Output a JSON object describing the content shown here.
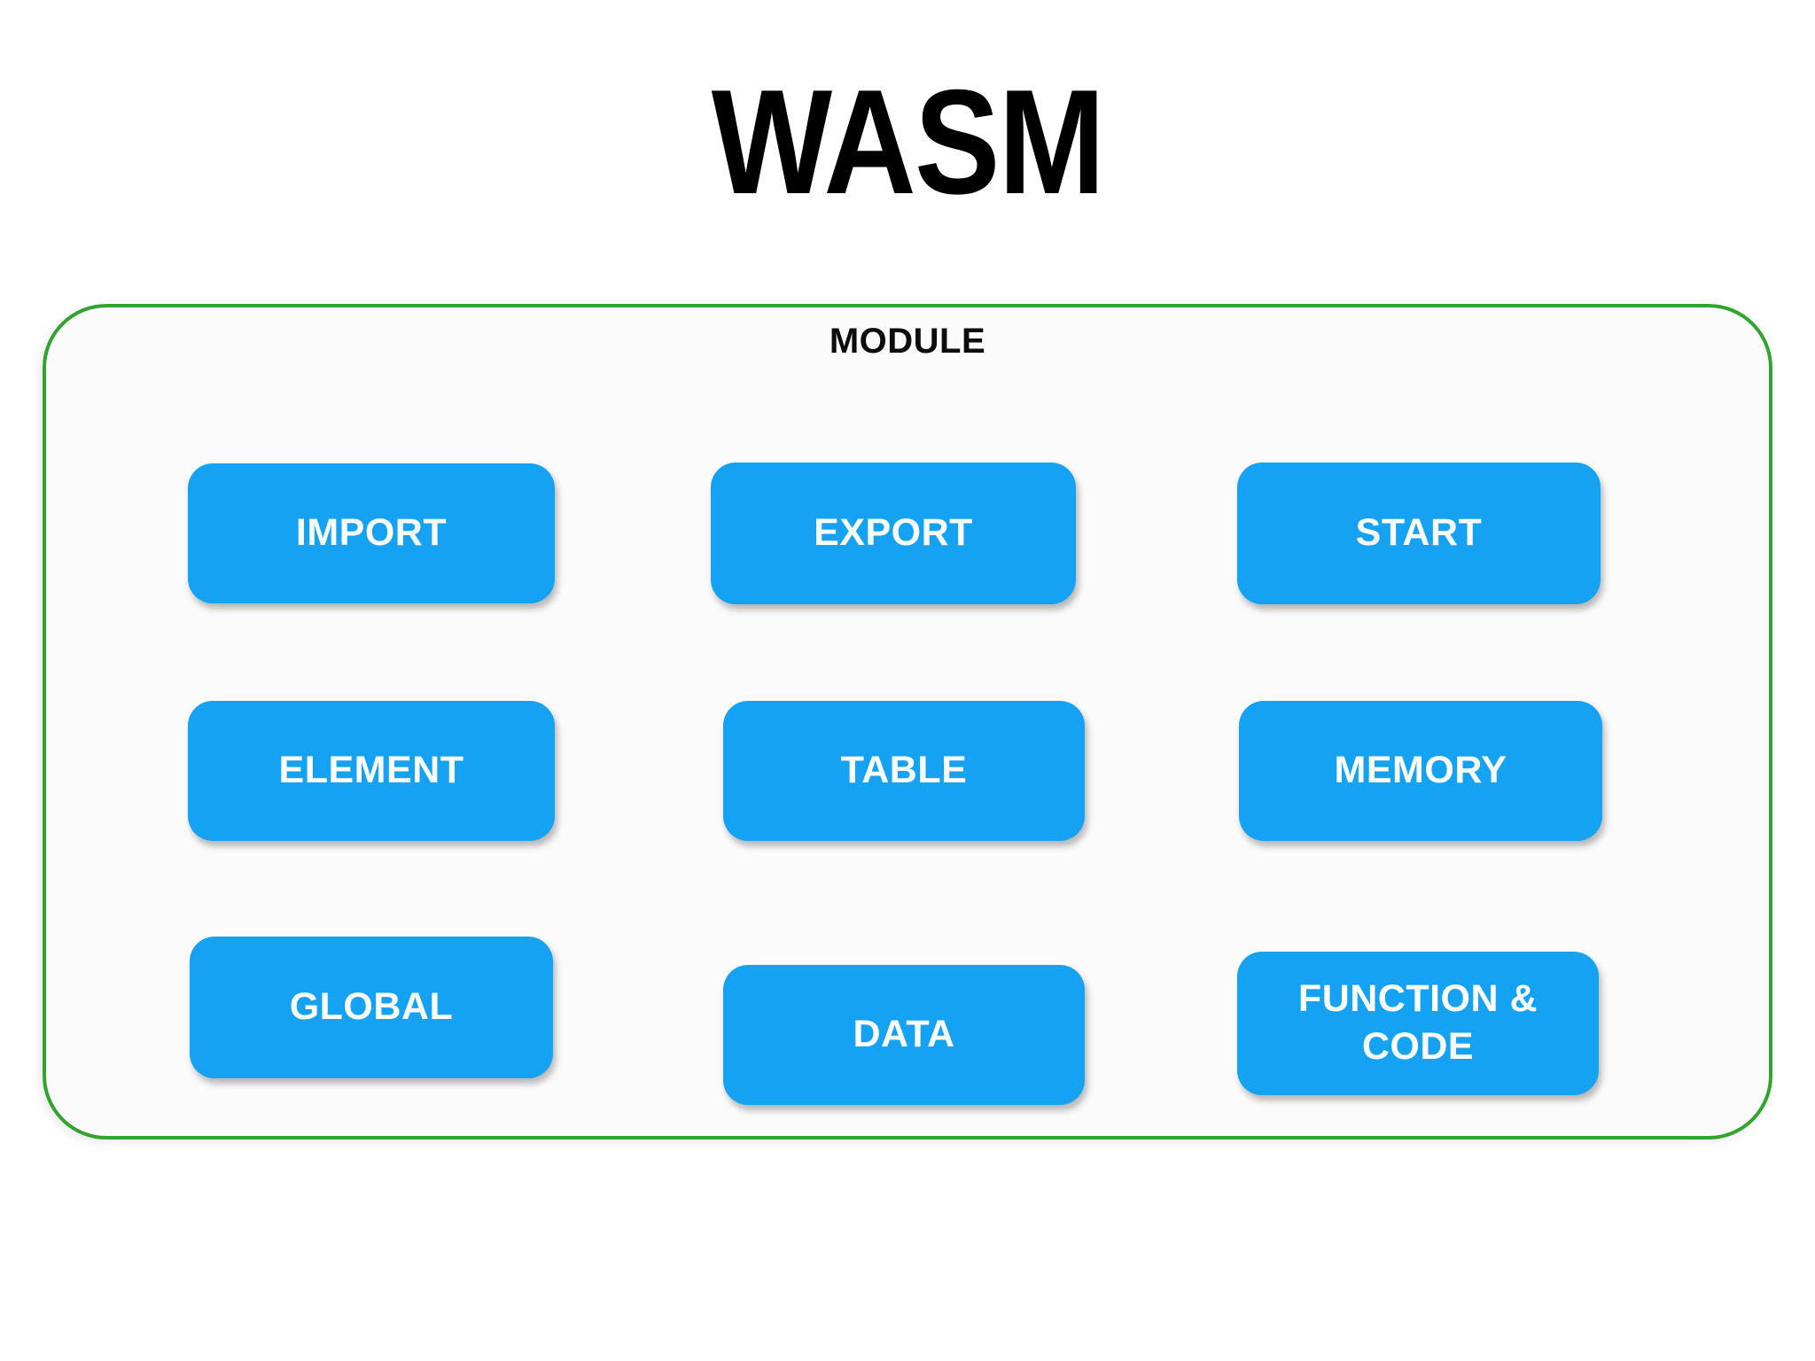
{
  "title": "WASM",
  "module": {
    "label": "MODULE",
    "boxes": [
      {
        "label": "IMPORT"
      },
      {
        "label": "EXPORT"
      },
      {
        "label": "START"
      },
      {
        "label": "ELEMENT"
      },
      {
        "label": "TABLE"
      },
      {
        "label": "MEMORY"
      },
      {
        "label": "GLOBAL"
      },
      {
        "label": "DATA"
      },
      {
        "label": "FUNCTION & CODE"
      }
    ]
  },
  "colors": {
    "node_fill": "#15a2f2",
    "node_text": "#ffffff",
    "module_border": "#31a32f",
    "module_background": "#fbfbfb",
    "page_background": "#ffffff",
    "title_text": "#000000"
  }
}
